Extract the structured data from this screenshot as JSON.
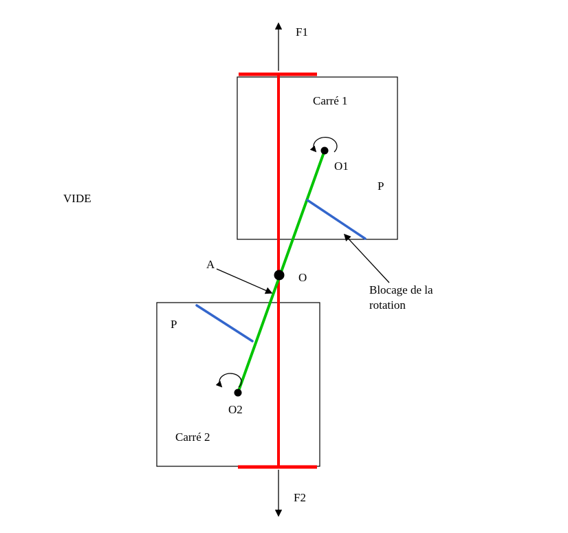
{
  "labels": {
    "vide": "VIDE",
    "f1": "F1",
    "f2": "F2",
    "carre1": "Carré 1",
    "carre2": "Carré 2",
    "o1": "O1",
    "o2": "O2",
    "o": "O",
    "a": "A",
    "p_top": "P",
    "p_bottom": "P",
    "blocage_line1": "Blocage de la",
    "blocage_line2": "rotation"
  },
  "colors": {
    "rod": "#ff0000",
    "link_bar": "#00c400",
    "rotation_block": "#3366cc",
    "outline": "#000000",
    "pivot_dot": "#000000",
    "center_dot": "#000000",
    "arrow": "#000000",
    "background": "#ffffff"
  }
}
